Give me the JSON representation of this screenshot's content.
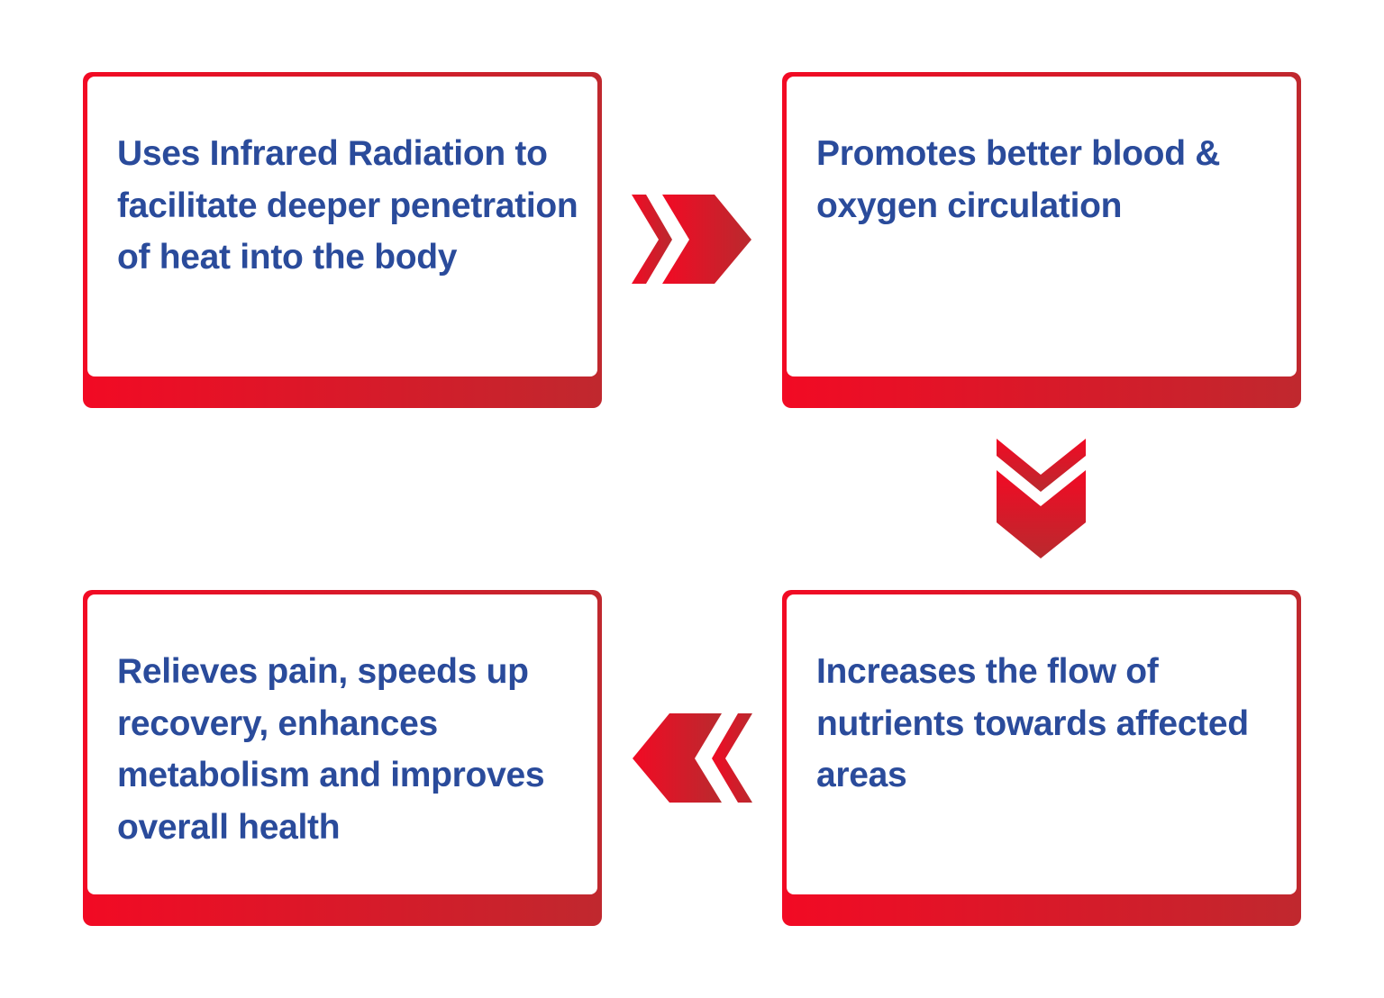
{
  "steps": [
    {
      "text": "Uses Infrared Radiation to facilitate deeper penetration of heat into the body"
    },
    {
      "text": "Promotes better blood & oxygen circulation"
    },
    {
      "text": "Increases the flow of nutrients towards affected areas"
    },
    {
      "text": "Relieves pain, speeds up recovery, enhances metabolism and improves overall health"
    }
  ],
  "colors": {
    "accent_start": "#f20a24",
    "accent_end": "#c0282e",
    "text": "#2a4b9b"
  },
  "icons": [
    "chevron-right-icon",
    "chevron-down-icon",
    "chevron-left-icon"
  ]
}
